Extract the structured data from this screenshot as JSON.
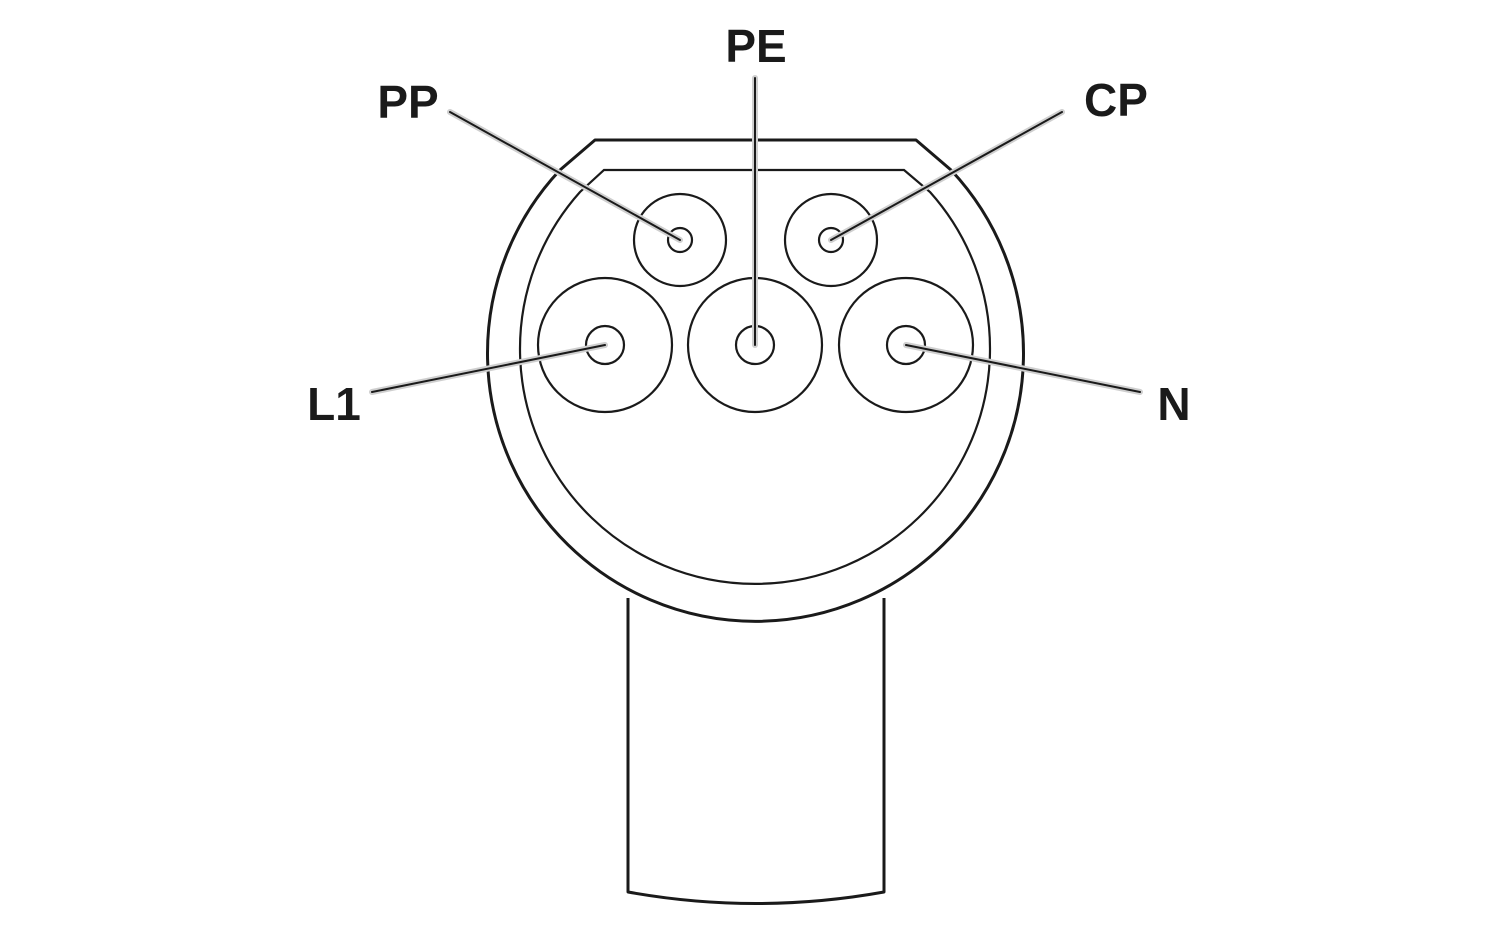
{
  "diagram": {
    "pins": [
      {
        "id": "pe",
        "label": "PE"
      },
      {
        "id": "pp",
        "label": "PP"
      },
      {
        "id": "cp",
        "label": "CP"
      },
      {
        "id": "l1",
        "label": "L1"
      },
      {
        "id": "n",
        "label": "N"
      }
    ]
  }
}
